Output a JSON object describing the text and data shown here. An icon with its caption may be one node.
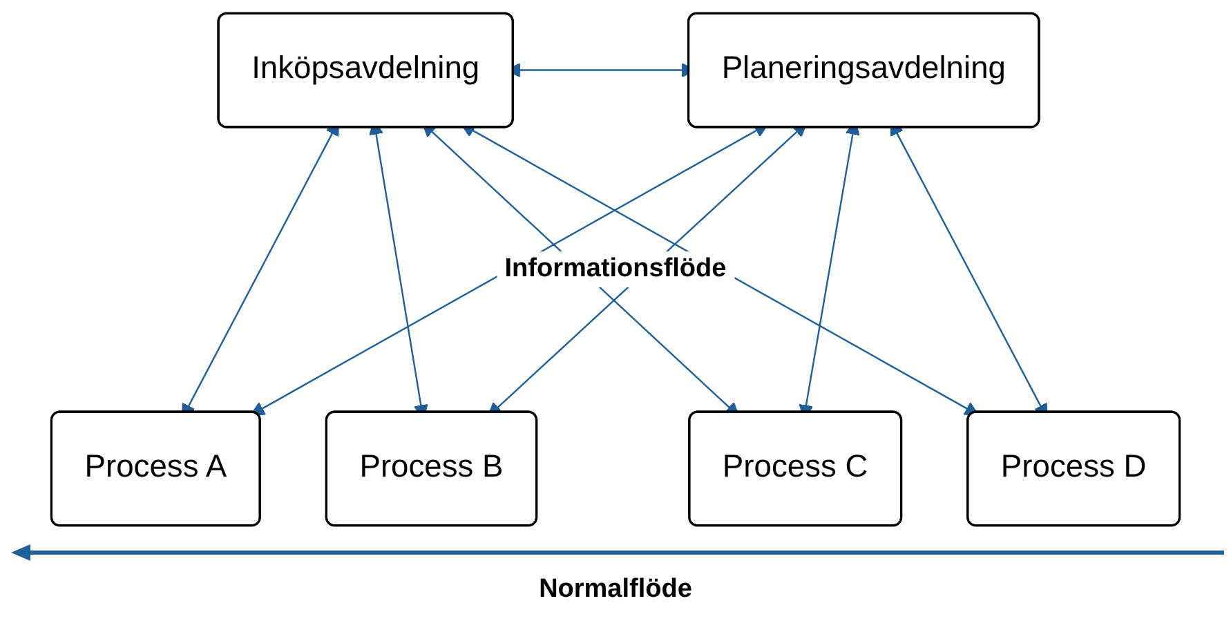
{
  "diagram": {
    "nodes": [
      {
        "text": [
          "Inköpsavdelning"
        ]
      },
      {
        "text": [
          "Planeringsavdelning"
        ]
      },
      {
        "text": [
          "Process A"
        ]
      },
      {
        "text": [
          "Process B"
        ]
      },
      {
        "text": [
          "Process C"
        ]
      },
      {
        "text": [
          "Process D"
        ]
      }
    ],
    "edges": [
      {
        "from": 0,
        "to": 1,
        "arrow": "both"
      },
      {
        "from": 0,
        "to": 2,
        "arrow": "both"
      },
      {
        "from": 0,
        "to": 3,
        "arrow": "both"
      },
      {
        "from": 0,
        "to": 4,
        "arrow": "both"
      },
      {
        "from": 0,
        "to": 5,
        "arrow": "both"
      },
      {
        "from": 1,
        "to": 2,
        "arrow": "both"
      },
      {
        "from": 1,
        "to": 3,
        "arrow": "both"
      },
      {
        "from": 1,
        "to": 4,
        "arrow": "both"
      },
      {
        "from": 1,
        "to": 5,
        "arrow": "both"
      }
    ],
    "labels": [
      "Informationsflöde",
      "Normalflöde"
    ]
  }
}
